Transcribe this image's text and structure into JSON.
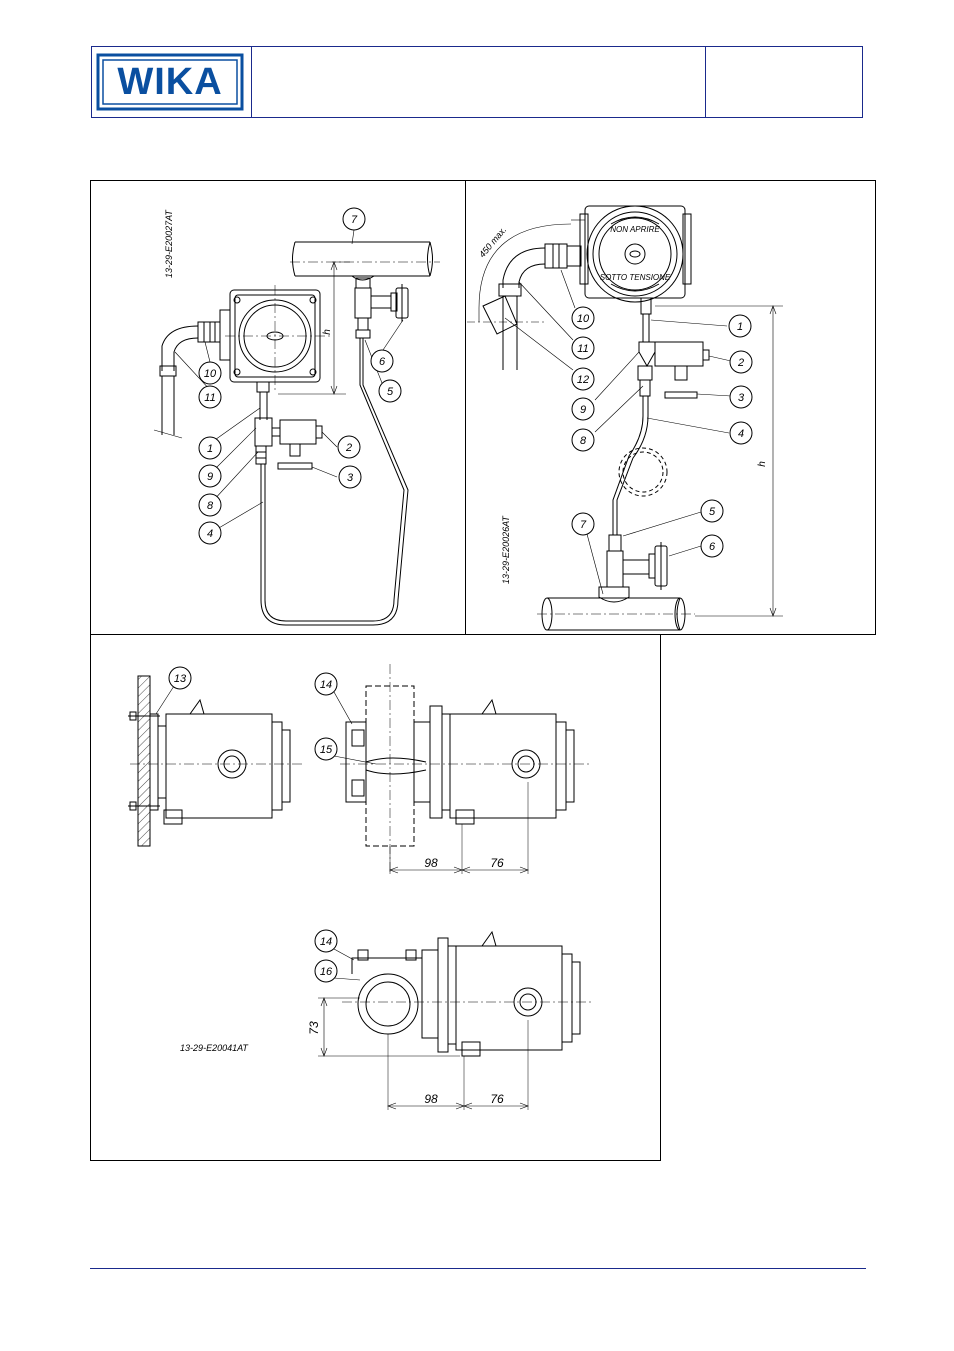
{
  "header": {
    "logo_text": "WIKA"
  },
  "drawings": {
    "top_left_code": "13-29-E20027AT",
    "top_right_code": "13-29-E20026AT",
    "bottom_code": "13-29-E20041AT",
    "dim_450": "450 max.",
    "dim_h": "h",
    "dim_98": "98",
    "dim_76": "76",
    "dim_73": "73",
    "dial_text_1": "NON APRIRE",
    "dial_text_2": "SOTTO TENSIONE",
    "callouts_left": [
      "7",
      "6",
      "5",
      "10",
      "11",
      "1",
      "2",
      "9",
      "3",
      "8",
      "4"
    ],
    "callouts_right": [
      "10",
      "11",
      "12",
      "1",
      "2",
      "9",
      "3",
      "8",
      "4",
      "5",
      "7",
      "6"
    ],
    "callouts_bottom": [
      "13",
      "14",
      "15",
      "14",
      "16"
    ]
  }
}
